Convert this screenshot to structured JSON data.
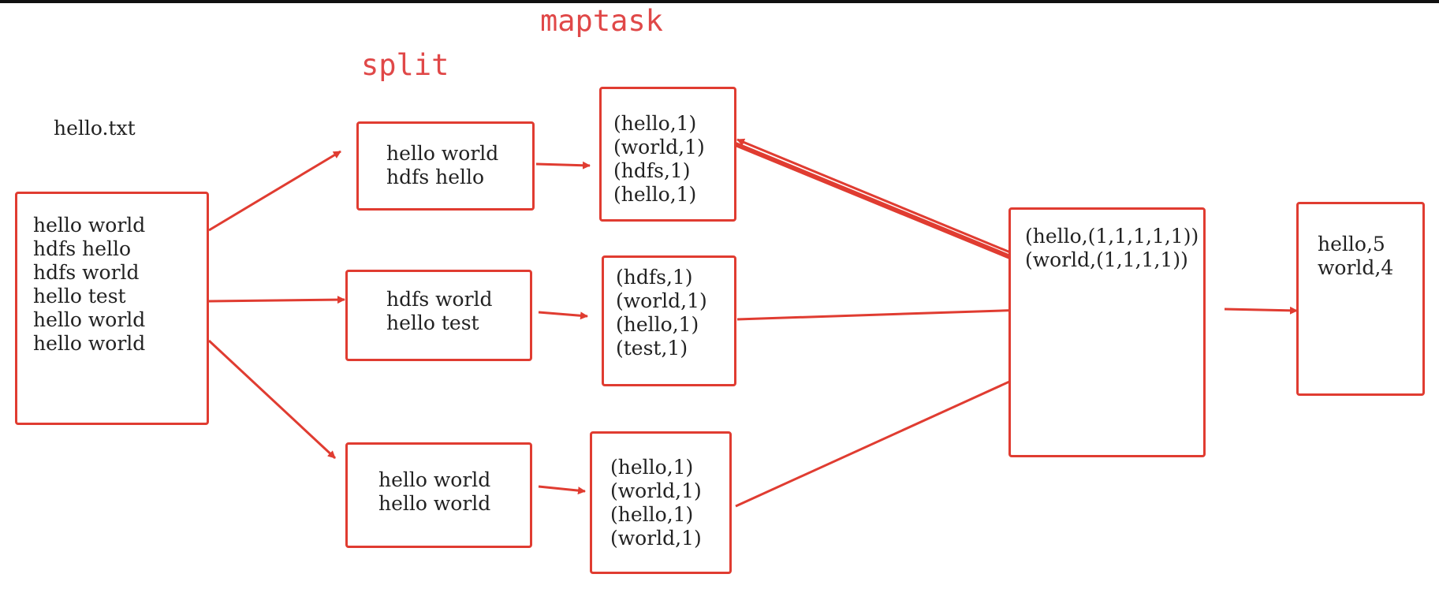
{
  "stages": {
    "maptask": "maptask",
    "split": "split"
  },
  "input": {
    "filename": "hello.txt",
    "lines": [
      "hello world",
      "hdfs hello",
      "hdfs world",
      "hello test",
      "hello world",
      "hello world"
    ]
  },
  "splits": [
    {
      "lines": [
        "hello world",
        "hdfs hello"
      ]
    },
    {
      "lines": [
        "hdfs world",
        "hello test"
      ]
    },
    {
      "lines": [
        "hello world",
        "hello world"
      ]
    }
  ],
  "maps": [
    {
      "pairs": [
        "(hello,1)",
        "(world,1)",
        "(hdfs,1)",
        "(hello,1)"
      ]
    },
    {
      "pairs": [
        "(hdfs,1)",
        "(world,1)",
        "(hello,1)",
        "(test,1)"
      ]
    },
    {
      "pairs": [
        "(hello,1)",
        "(world,1)",
        "(hello,1)",
        "(world,1)"
      ]
    }
  ],
  "shuffle": {
    "lines": [
      "(hello,(1,1,1,1,1))",
      "(world,(1,1,1,1))"
    ]
  },
  "reduce": {
    "lines": [
      "hello,5",
      "world,4"
    ]
  },
  "colors": {
    "accent": "#e03c31",
    "stage_label": "#e04848"
  }
}
